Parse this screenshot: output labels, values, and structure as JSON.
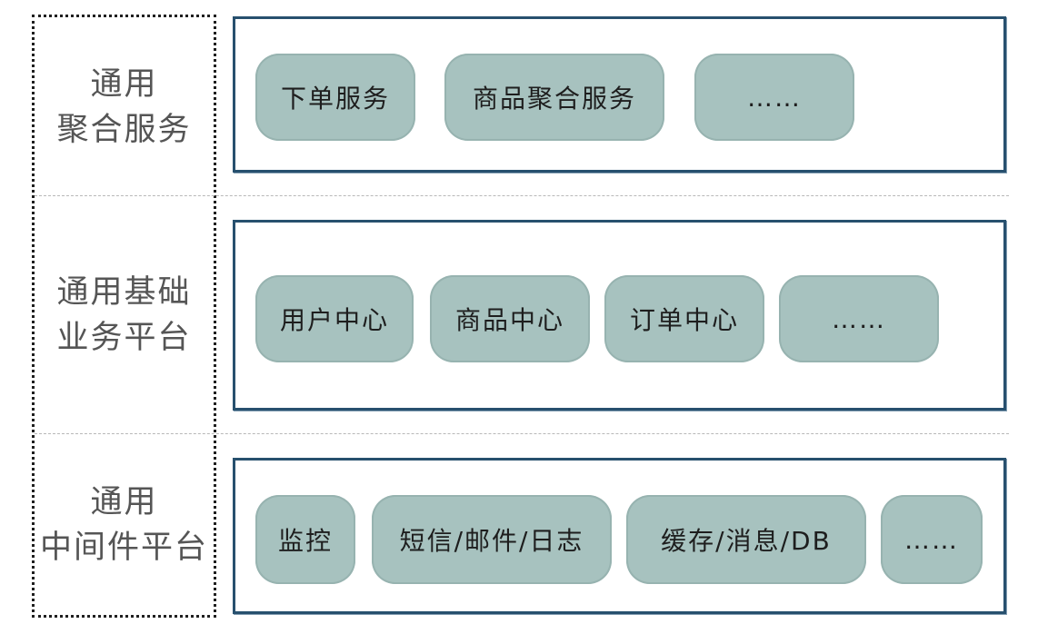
{
  "layers": [
    {
      "label_lines": [
        "通用",
        "聚合服务"
      ],
      "items": [
        "下单服务",
        "商品聚合服务",
        "……"
      ]
    },
    {
      "label_lines": [
        "通用基础",
        "业务平台"
      ],
      "items": [
        "用户中心",
        "商品中心",
        "订单中心",
        "……"
      ]
    },
    {
      "label_lines": [
        "通用",
        "中间件平台"
      ],
      "items": [
        "监控",
        "短信/邮件/日志",
        "缓存/消息/DB",
        "……"
      ]
    }
  ],
  "colors": {
    "chip_fill": "#a7c2bf",
    "panel_border": "#27506e",
    "label_text": "#555555"
  }
}
